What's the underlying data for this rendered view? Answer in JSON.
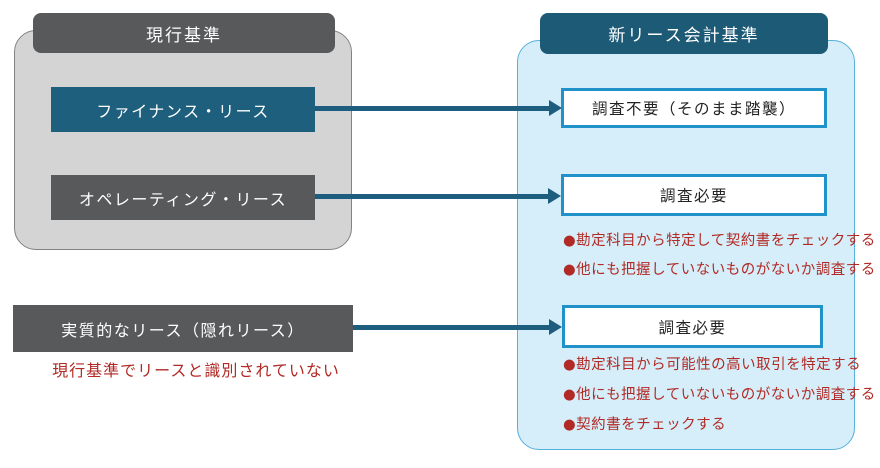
{
  "colors": {
    "teal_node": "#1e5f7e",
    "dark_gray_node": "#58595b",
    "left_panel_fill": "#d4d4d4",
    "left_panel_border": "#828282",
    "right_panel_fill": "#d6eef9",
    "right_panel_border": "#55b0da",
    "right_header_fill": "#1d5a76",
    "result_box_border": "#2191c9",
    "arrow": "#1d5d7d",
    "red_text": "#b12a25"
  },
  "left_panel": {
    "title": "現行基準",
    "items": [
      {
        "label": "ファイナンス・リース"
      },
      {
        "label": "オペレーティング・リース"
      }
    ]
  },
  "hidden_lease": {
    "label": "実質的なリース（隠れリース）",
    "caption": "現行基準でリースと識別されていない"
  },
  "right_panel": {
    "title": "新リース会計基準",
    "results": [
      {
        "label": "調査不要（そのまま踏襲）",
        "notes": []
      },
      {
        "label": "調査必要",
        "notes": [
          "●勘定科目から特定して契約書をチェックする",
          "●他にも把握していないものがないか調査する"
        ]
      },
      {
        "label": "調査必要",
        "notes": [
          "●勘定科目から可能性の高い取引を特定する",
          "●他にも把握していないものがないか調査する",
          "●契約書をチェックする"
        ]
      }
    ]
  }
}
